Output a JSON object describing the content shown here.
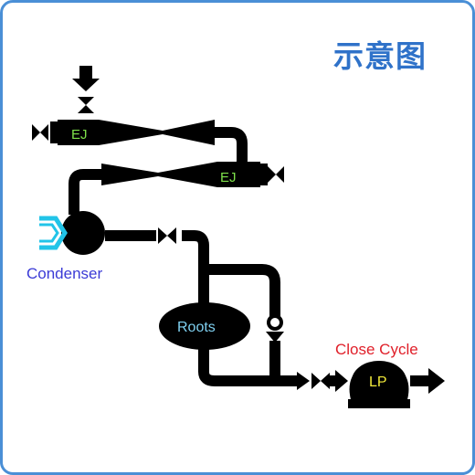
{
  "title": "示意图",
  "labels": {
    "ej_top": "EJ",
    "ej_bottom": "EJ",
    "condenser": "Condenser",
    "roots": "Roots",
    "close_cycle": "Close Cycle",
    "lp": "LP"
  },
  "colors": {
    "frame": "#4a8fd6",
    "title": "#2f72c9",
    "pipe": "#000000",
    "ej_text": "#7ee04a",
    "condenser_text": "#3b3bd6",
    "condenser_coil": "#22c4e8",
    "roots_text": "#7fd0f0",
    "close_cycle_text": "#e0202a",
    "lp_text": "#f2ea3a"
  },
  "icons": [
    "valve-icon",
    "flow-arrow-icon",
    "ejector-icon",
    "condenser-icon",
    "roots-pump-icon",
    "lp-pump-icon",
    "check-valve-icon"
  ]
}
